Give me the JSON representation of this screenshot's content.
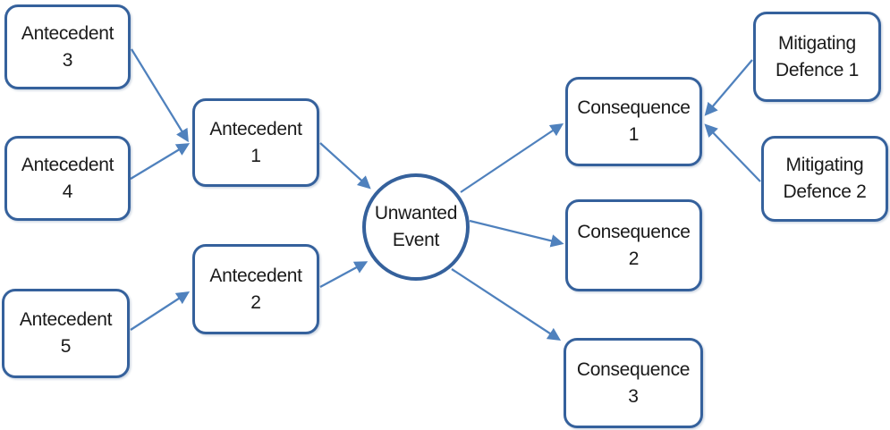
{
  "diagram": {
    "type": "bowtie-event-diagram",
    "colors": {
      "node_border": "#35619C",
      "node_fill": "#FFFFFF",
      "arrow": "#4F81BD",
      "text": "#1A1A1A",
      "bg": "#FFFFFF"
    },
    "nodes": {
      "antecedent3": {
        "line1": "Antecedent",
        "line2": "3",
        "shape": "rounded-rectangle"
      },
      "antecedent4": {
        "line1": "Antecedent",
        "line2": "4",
        "shape": "rounded-rectangle"
      },
      "antecedent5": {
        "line1": "Antecedent",
        "line2": "5",
        "shape": "rounded-rectangle"
      },
      "antecedent1": {
        "line1": "Antecedent",
        "line2": "1",
        "shape": "rounded-rectangle"
      },
      "antecedent2": {
        "line1": "Antecedent",
        "line2": "2",
        "shape": "rounded-rectangle"
      },
      "unwanted_event": {
        "line1": "Unwanted",
        "line2": "Event",
        "shape": "circle"
      },
      "consequence1": {
        "line1": "Consequence",
        "line2": "1",
        "shape": "rounded-rectangle"
      },
      "consequence2": {
        "line1": "Consequence",
        "line2": "2",
        "shape": "rounded-rectangle"
      },
      "consequence3": {
        "line1": "Consequence",
        "line2": "3",
        "shape": "rounded-rectangle"
      },
      "mitigating_defence1": {
        "line1": "Mitigating",
        "line2": "Defence 1",
        "shape": "rounded-rectangle"
      },
      "mitigating_defence2": {
        "line1": "Mitigating",
        "line2": "Defence 2",
        "shape": "rounded-rectangle"
      }
    },
    "edges": [
      {
        "from": "antecedent3",
        "to": "antecedent1"
      },
      {
        "from": "antecedent4",
        "to": "antecedent1"
      },
      {
        "from": "antecedent5",
        "to": "antecedent2"
      },
      {
        "from": "antecedent1",
        "to": "unwanted_event"
      },
      {
        "from": "antecedent2",
        "to": "unwanted_event"
      },
      {
        "from": "unwanted_event",
        "to": "consequence1"
      },
      {
        "from": "unwanted_event",
        "to": "consequence2"
      },
      {
        "from": "unwanted_event",
        "to": "consequence3"
      },
      {
        "from": "mitigating_defence1",
        "to": "consequence1"
      },
      {
        "from": "mitigating_defence2",
        "to": "consequence1"
      }
    ]
  }
}
